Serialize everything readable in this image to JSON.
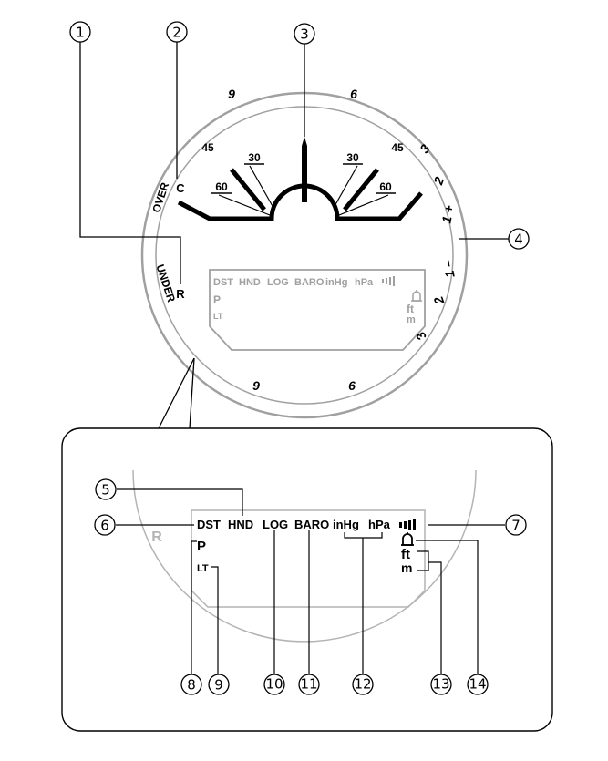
{
  "callouts": [
    "1",
    "2",
    "3",
    "4",
    "5",
    "6",
    "7",
    "8",
    "9",
    "10",
    "11",
    "12",
    "13",
    "14"
  ],
  "dial": {
    "top_left_9": "9",
    "top_right_6": "6",
    "left_45": "45",
    "right_45": "45",
    "left_30": "30",
    "right_30": "30",
    "left_60": "60",
    "right_60": "60",
    "right_3_top": "3",
    "right_2_top": "2",
    "right_1_plus": "1 +",
    "right_1_minus": "1 –",
    "right_2_bottom": "2",
    "right_3_bottom": "3",
    "bottom_9": "9",
    "bottom_6": "6",
    "over": "OVER",
    "under": "UNDER",
    "c": "C",
    "r": "R"
  },
  "lcd": {
    "dst": "DST",
    "hnd": "HND",
    "log": "LOG",
    "baro": "BARO",
    "inhg": "inHg",
    "hpa": "hPa",
    "p": "P",
    "lt": "LT",
    "ft": "ft",
    "m": "m",
    "bell_icon": "bell-icon",
    "signal_icon": "signal-bars-icon"
  },
  "colors": {
    "ink": "#000000",
    "grey": "#a0a0a0"
  }
}
